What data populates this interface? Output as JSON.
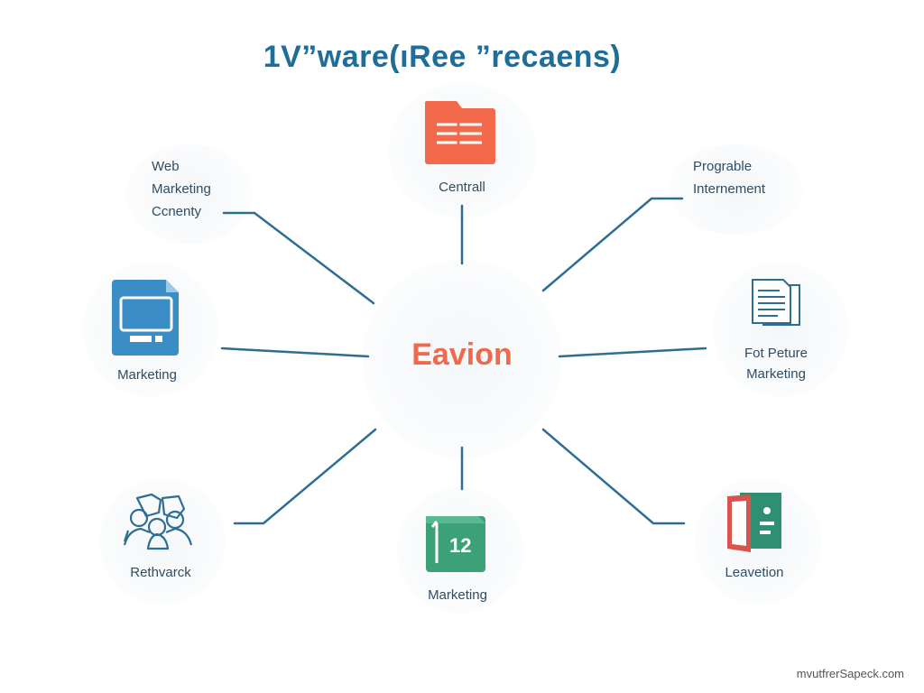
{
  "title": "1V”ware(ıRee ”recaens)",
  "center": {
    "label": "Eavion"
  },
  "nodes": {
    "top": {
      "label": "Centrall",
      "icon": "folder-icon"
    },
    "top_left": {
      "lines": [
        "Web",
        "Marketing",
        "Ccnenty"
      ]
    },
    "top_right": {
      "lines": [
        "Prograble",
        "Internement"
      ]
    },
    "left": {
      "label": "Marketing",
      "icon": "monitor-icon"
    },
    "right": {
      "lines": [
        "Fot Peture",
        "Marketing"
      ],
      "icon": "documents-icon"
    },
    "bottom_left": {
      "label": "Rethvarck",
      "icon": "people-icon"
    },
    "bottom": {
      "label": "Marketing",
      "icon": "calendar-icon"
    },
    "bottom_right": {
      "label": "Leavetion",
      "icon": "door-icon"
    }
  },
  "colors": {
    "title": "#1d6f99",
    "center": "#ef6a4c",
    "connector": "#2e6e92",
    "folder": "#f26a4b",
    "monitor": "#3a8ec5",
    "calendar": "#3ca177",
    "door": "#2f8f73"
  },
  "watermark": "mvutfrerSapeck.com"
}
